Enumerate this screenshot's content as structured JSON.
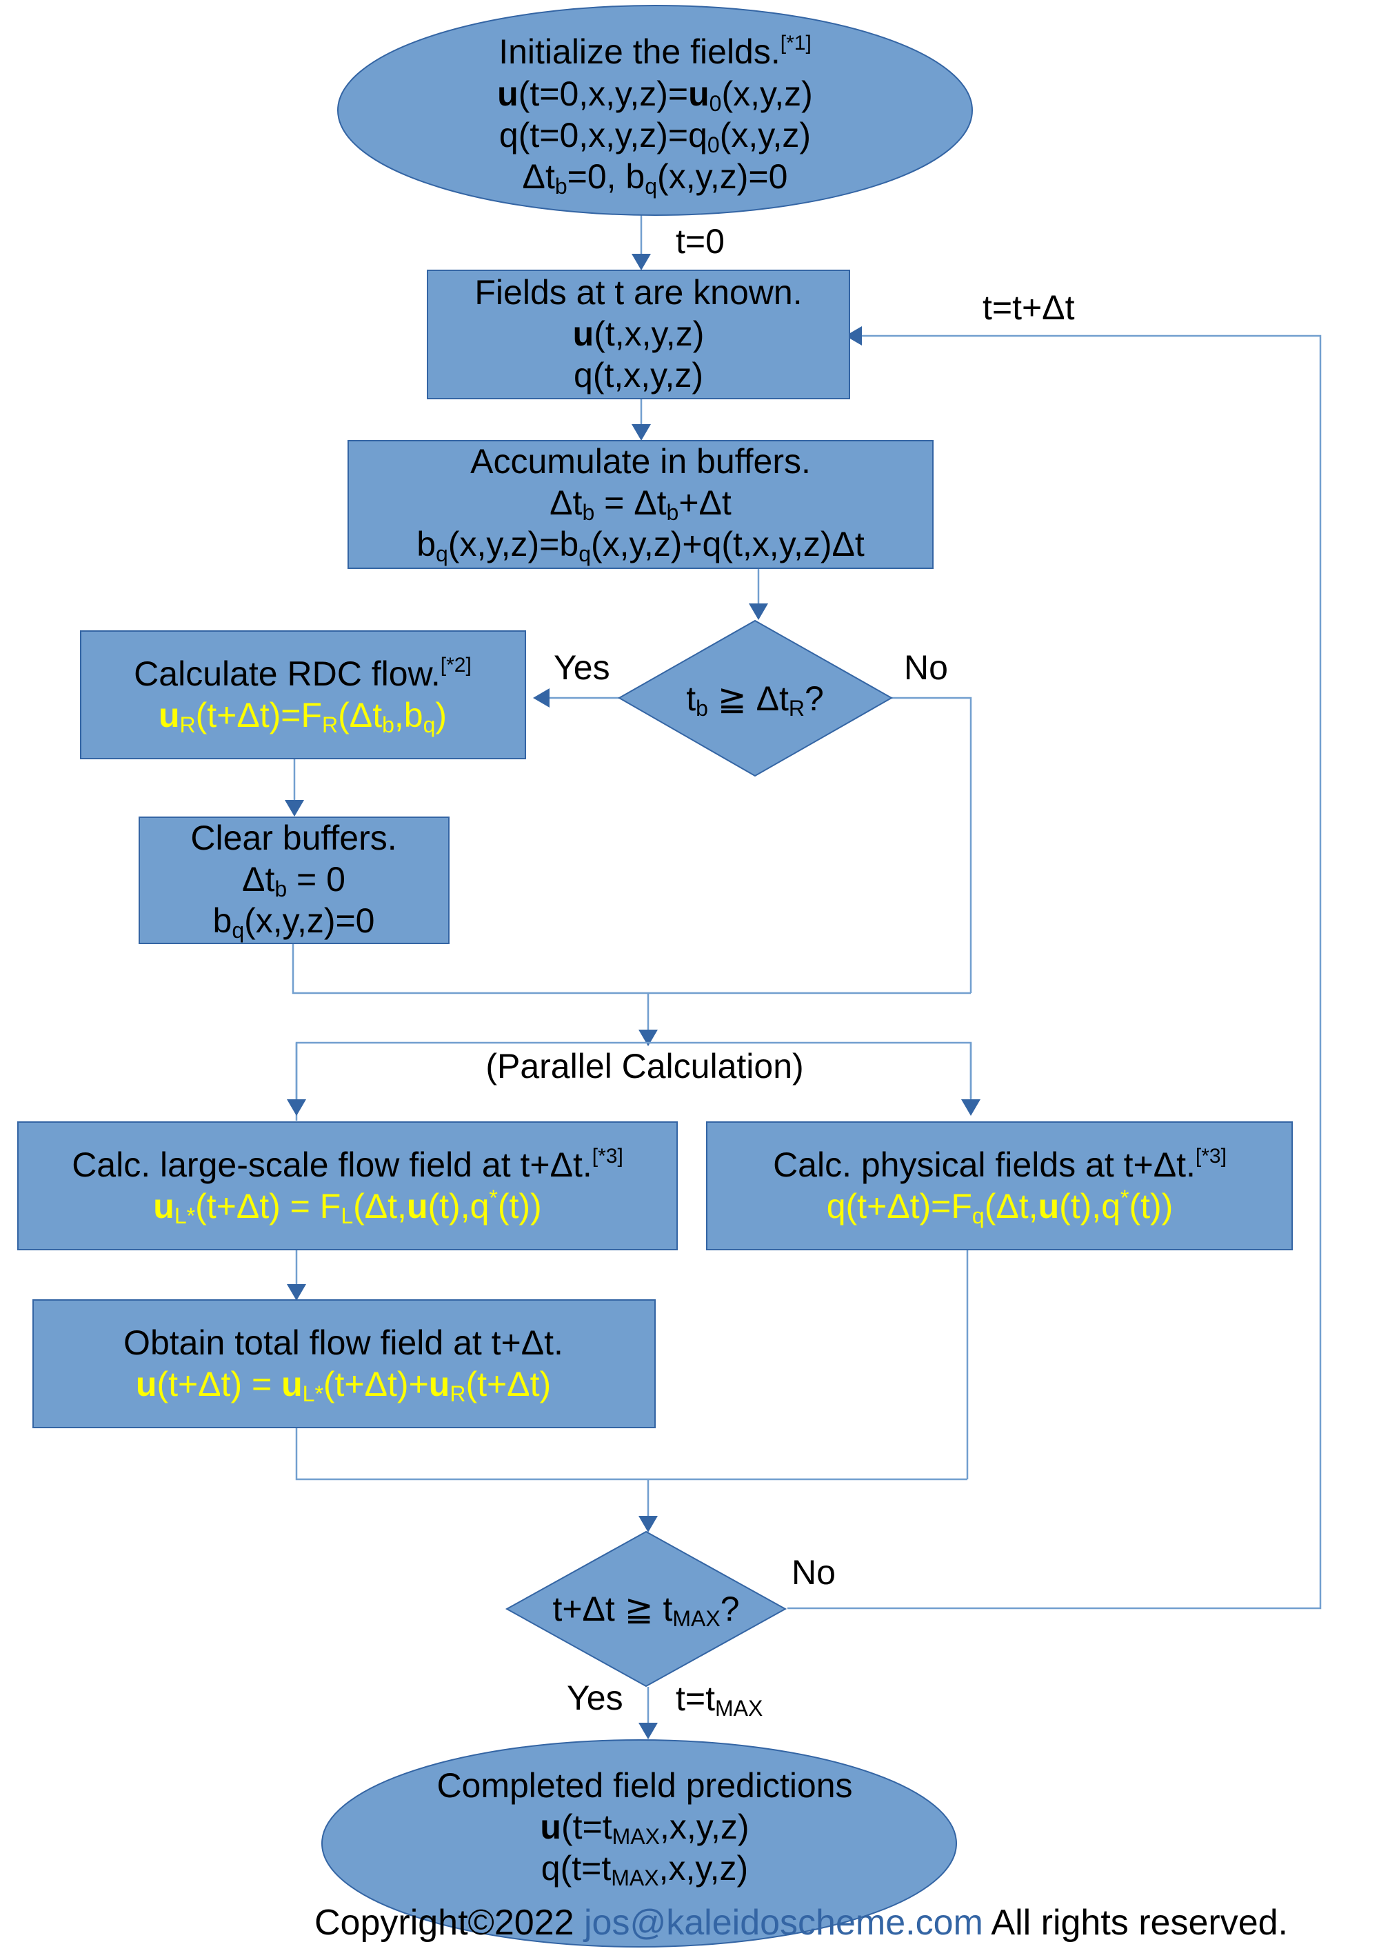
{
  "start": {
    "line1": "Initialize the fields.",
    "note1": "[*1]",
    "u0_eq": "u(t=0,x,y,z)=u0(x,y,z)",
    "q0_eq": "q(t=0,x,y,z)=q0(x,y,z)",
    "buf_init": "Δtb=0, bq(x,y,z)=0"
  },
  "known": {
    "title": "Fields at t are known.",
    "u": "u(t,x,y,z)",
    "q": "q(t,x,y,z)"
  },
  "accumulate": {
    "title": "Accumulate in buffers.",
    "dt_eq": "Δtb = Δtb+Δt",
    "bq_eq": "bq(x,y,z)=bq(x,y,z)+q(t,x,y,z)Δt"
  },
  "decision_rdc": {
    "text": "tb ≧ ΔtR?",
    "yes": "Yes",
    "no": "No"
  },
  "rdc": {
    "title": "Calculate RDC flow.",
    "note": "[*2]",
    "eq": "uR(t+Δt)=FR(Δtb,bq)"
  },
  "clear": {
    "title": "Clear buffers.",
    "dt": "Δtb = 0",
    "bq": "bq(x,y,z)=0"
  },
  "parallel_label": "(Parallel Calculation)",
  "large_scale": {
    "title": "Calc. large-scale flow field at t+Δt.",
    "note": "[*3]",
    "eq": "uL*(t+Δt) = FL(Δt,u(t),q*(t))"
  },
  "physical": {
    "title": "Calc. physical fields at t+Δt.",
    "note": "[*3]",
    "eq": "q(t+Δt)=Fq(Δt,u(t),q*(t))"
  },
  "total": {
    "title": "Obtain total flow field at t+Δt.",
    "eq": "u(t+Δt) = uL*(t+Δt)+uR(t+Δt)"
  },
  "decision_end": {
    "text": "t+Δt ≧ tMAX?",
    "yes": "Yes",
    "no": "No"
  },
  "end": {
    "title": "Completed field predictions",
    "u": "u(t=tMAX,x,y,z)",
    "q": "q(t=tMAX,x,y,z)"
  },
  "labels": {
    "t0": "t=0",
    "loop": "t=t+Δt",
    "tmax": "t=tMAX"
  },
  "footer": {
    "prefix": "Copyright©2022 ",
    "email": "jos@kaleidoscheme.com",
    "suffix": " All rights reserved."
  },
  "colors": {
    "node_fill": "#729fcf",
    "node_stroke": "#3465a4",
    "connector": "#729fcf",
    "highlight_text": "#ffff00",
    "link": "#3465a4"
  }
}
